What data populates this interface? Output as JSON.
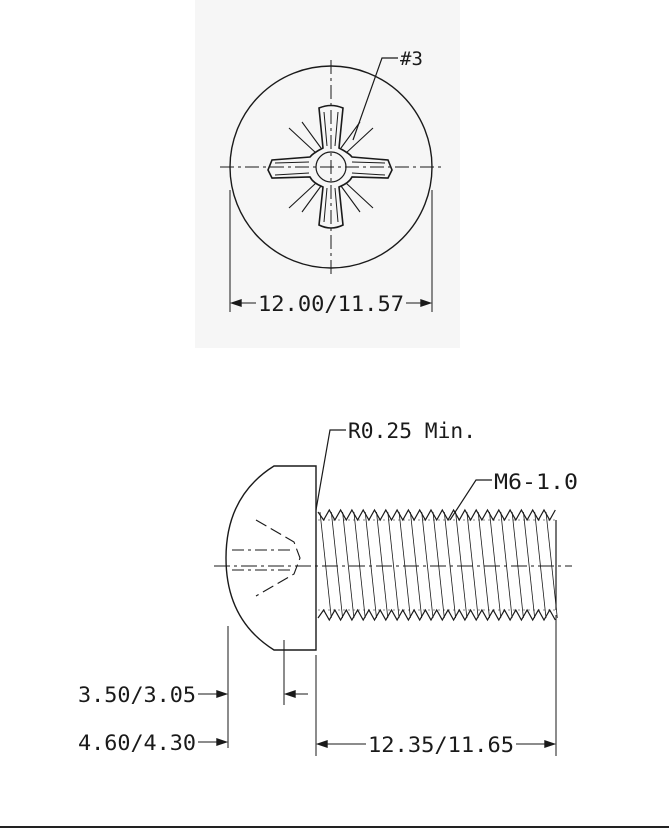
{
  "top_view": {
    "drive_label": "#3",
    "diameter_label": "12.00/11.57"
  },
  "side_view": {
    "radius_label": "R0.25 Min.",
    "thread_label": "M6-1.0",
    "drive_depth_label": "3.50/3.05",
    "head_height_label": "4.60/4.30",
    "length_label": "12.35/11.65"
  }
}
